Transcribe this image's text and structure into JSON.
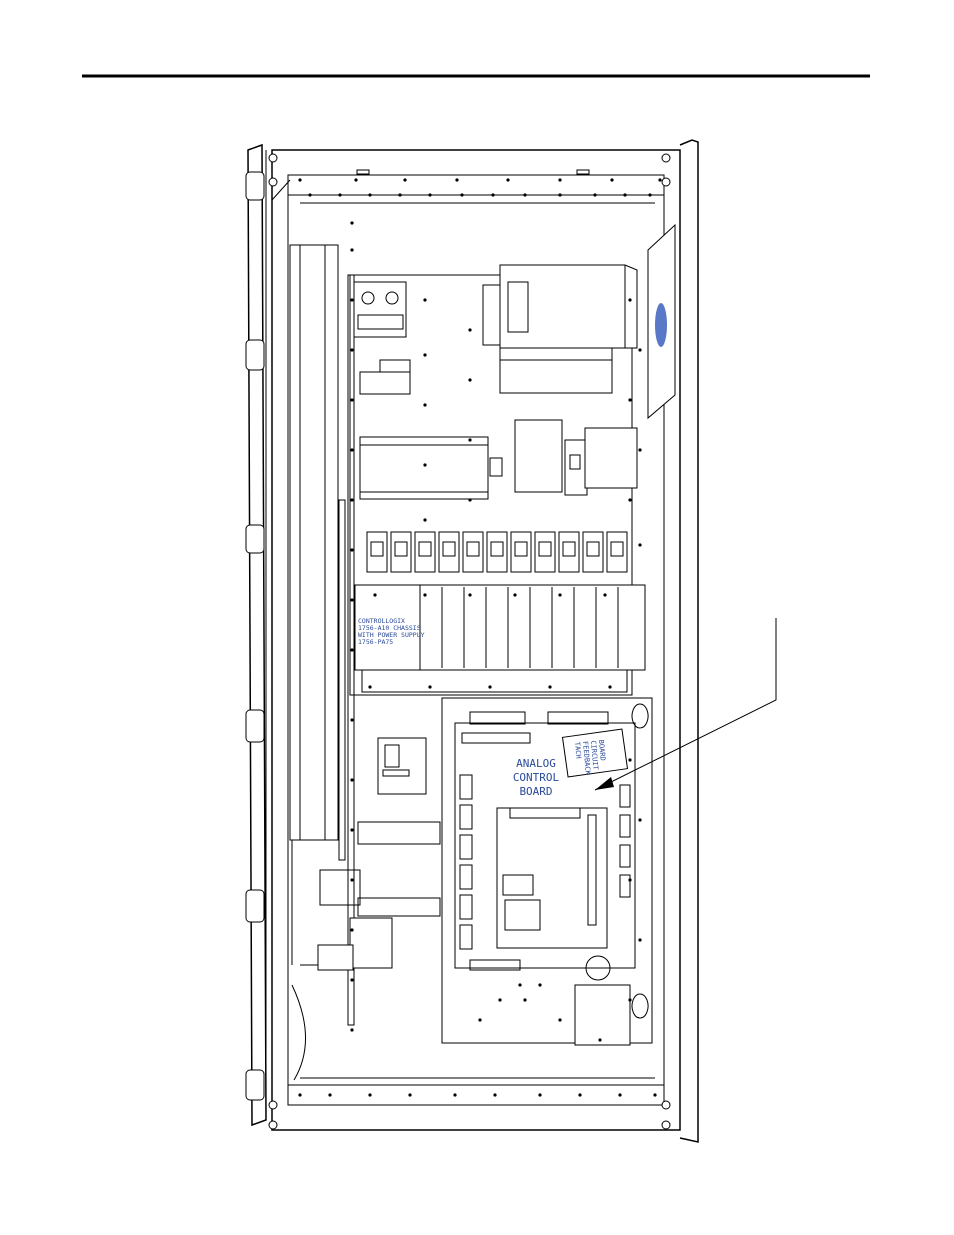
{
  "header": {
    "rule_color": "#000000"
  },
  "labels": {
    "controllogix": [
      "CONTROLLOGIX",
      "1756-A10 CHASSIS",
      "WITH POWER SUPPLY",
      "1756-PA75"
    ],
    "analog_control_board": [
      "ANALOG",
      "CONTROL",
      "BOARD"
    ],
    "tach_feedback": [
      "TACH",
      "FEEDBACK",
      "CIRCUIT",
      "BOARD"
    ]
  },
  "colors": {
    "line": "#000000",
    "label_blue": "#2a4a9a",
    "logo_blue": "#5a78c8"
  }
}
